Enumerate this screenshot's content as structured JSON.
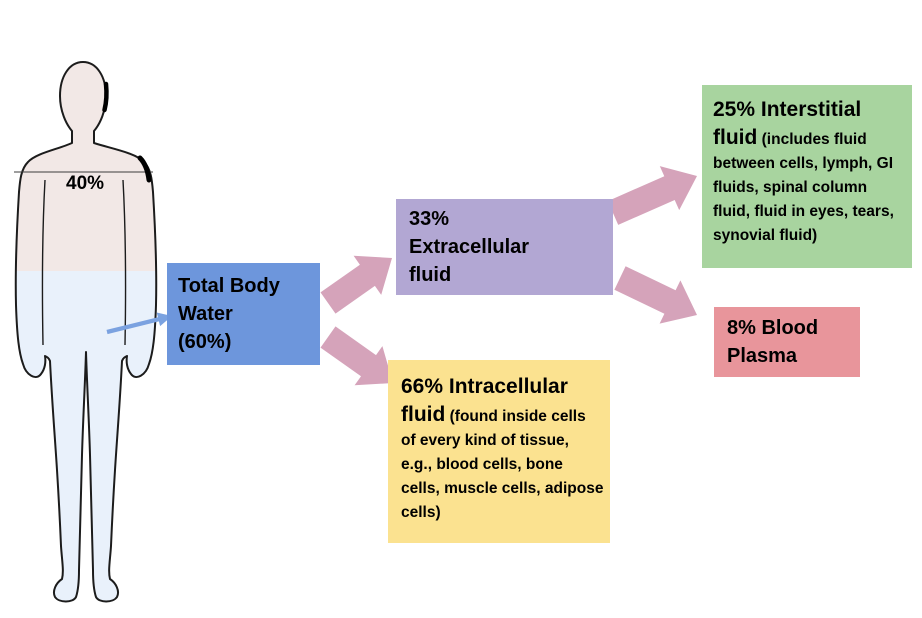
{
  "figure": {
    "water_line_label": "40%"
  },
  "boxes": {
    "total_body_water": {
      "lines": [
        "Total Body",
        "Water",
        "(60%)"
      ],
      "color": "#6d96dc"
    },
    "extracellular": {
      "lines": [
        "33%",
        "Extracellular",
        "fluid"
      ],
      "color": "#b2a7d3"
    },
    "interstitial": {
      "title": "25% Interstitial fluid",
      "detail": "(includes fluid between cells, lymph, GI fluids, spinal column fluid, fluid in eyes, tears, synovial fluid)",
      "color": "#a8d49f"
    },
    "intracellular": {
      "title": "66% Intracellular fluid",
      "detail": "(found inside cells of every kind of tissue, e.g., blood cells, bone cells, muscle cells, adipose cells)",
      "color": "#fbe290"
    },
    "blood_plasma": {
      "lines": [
        "8% Blood",
        "Plasma"
      ],
      "color": "#e8959b"
    }
  },
  "colors": {
    "arrow": "#d5a3ba",
    "pointer_arrow": "#7ba2e0",
    "body_upper": "#f2e8e6",
    "body_lower": "#e9f1fb",
    "outline": "#1c1c1c"
  }
}
